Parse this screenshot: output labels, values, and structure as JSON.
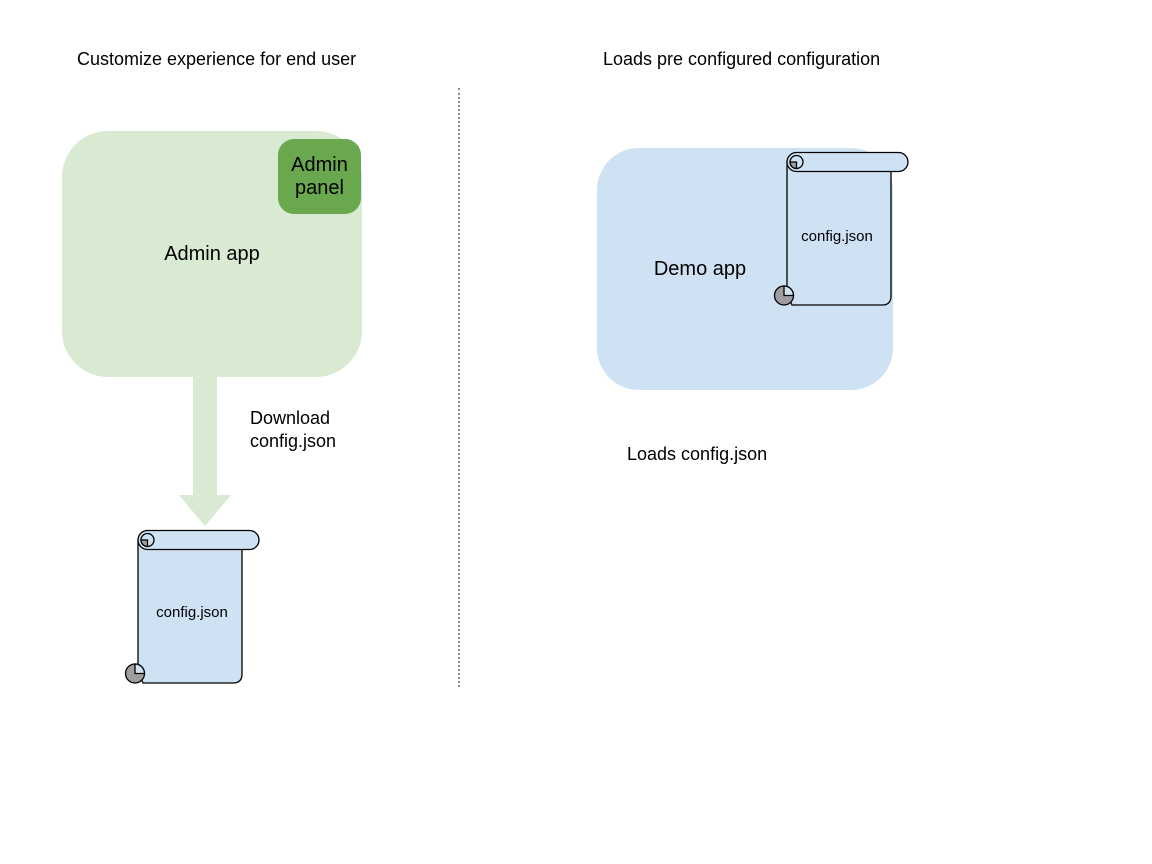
{
  "colors": {
    "admin_app_fill": "#d9ead3",
    "admin_panel_fill": "#6aa84f",
    "arrow_fill": "#d9ead3",
    "demo_app_fill": "#cfe2f3",
    "scroll_fill": "#cfe2f3",
    "scroll_curl_gray": "#9e9e9e",
    "divider_gray": "#8c8c8c",
    "text_black": "#000000"
  },
  "left": {
    "title": "Customize experience for end user",
    "admin_app_label": "Admin app",
    "admin_panel_label": "Admin panel",
    "download_caption": "Download\nconfig.json",
    "config_file_label": "config.json"
  },
  "right": {
    "title": "Loads pre configured configuration",
    "demo_app_label": "Demo app",
    "config_file_label": "config.json",
    "caption": "Loads config.json"
  }
}
